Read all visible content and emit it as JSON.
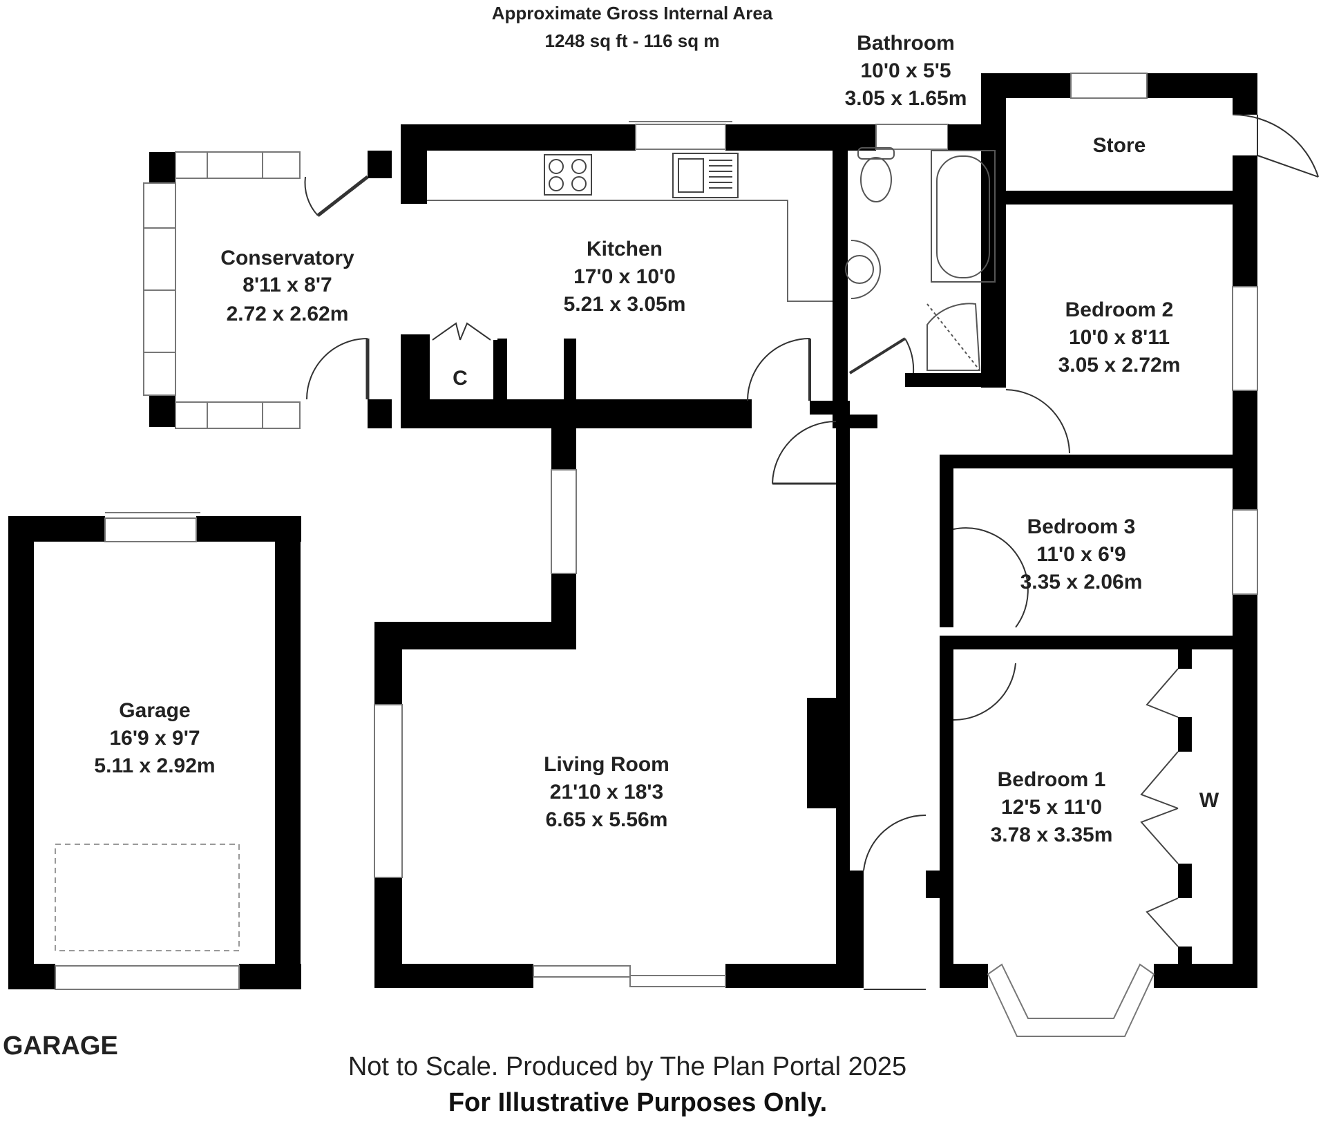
{
  "header": {
    "line1": "Approximate Gross Internal Area",
    "line2": "1248 sq ft - 116 sq m"
  },
  "rooms": {
    "conservatory": {
      "name": "Conservatory",
      "imperial": "8'11 x 8'7",
      "metric": "2.72 x 2.62m"
    },
    "kitchen": {
      "name": "Kitchen",
      "imperial": "17'0 x 10'0",
      "metric": "5.21 x 3.05m"
    },
    "bathroom": {
      "name": "Bathroom",
      "imperial": "10'0 x 5'5",
      "metric": "3.05 x 1.65m"
    },
    "store": {
      "name": "Store"
    },
    "bedroom2": {
      "name": "Bedroom 2",
      "imperial": "10'0 x 8'11",
      "metric": "3.05 x 2.72m"
    },
    "bedroom3": {
      "name": "Bedroom 3",
      "imperial": "11'0 x 6'9",
      "metric": "3.35 x 2.06m"
    },
    "bedroom1": {
      "name": "Bedroom 1",
      "imperial": "12'5 x 11'0",
      "metric": "3.78 x 3.35m"
    },
    "living": {
      "name": "Living Room",
      "imperial": "21'10 x 18'3",
      "metric": "6.65 x 5.56m"
    },
    "garage": {
      "name": "Garage",
      "imperial": "16'9 x 9'7",
      "metric": "5.11 x 2.92m"
    },
    "cupboard": {
      "name": "C"
    },
    "wardrobe": {
      "name": "W"
    }
  },
  "section_label": "GARAGE",
  "footer": {
    "line1": "Not to Scale. Produced by The Plan Portal 2025",
    "line2": "For Illustrative Purposes Only."
  },
  "colors": {
    "wall": "#000000",
    "text": "#222222",
    "fixture": "#666666"
  }
}
